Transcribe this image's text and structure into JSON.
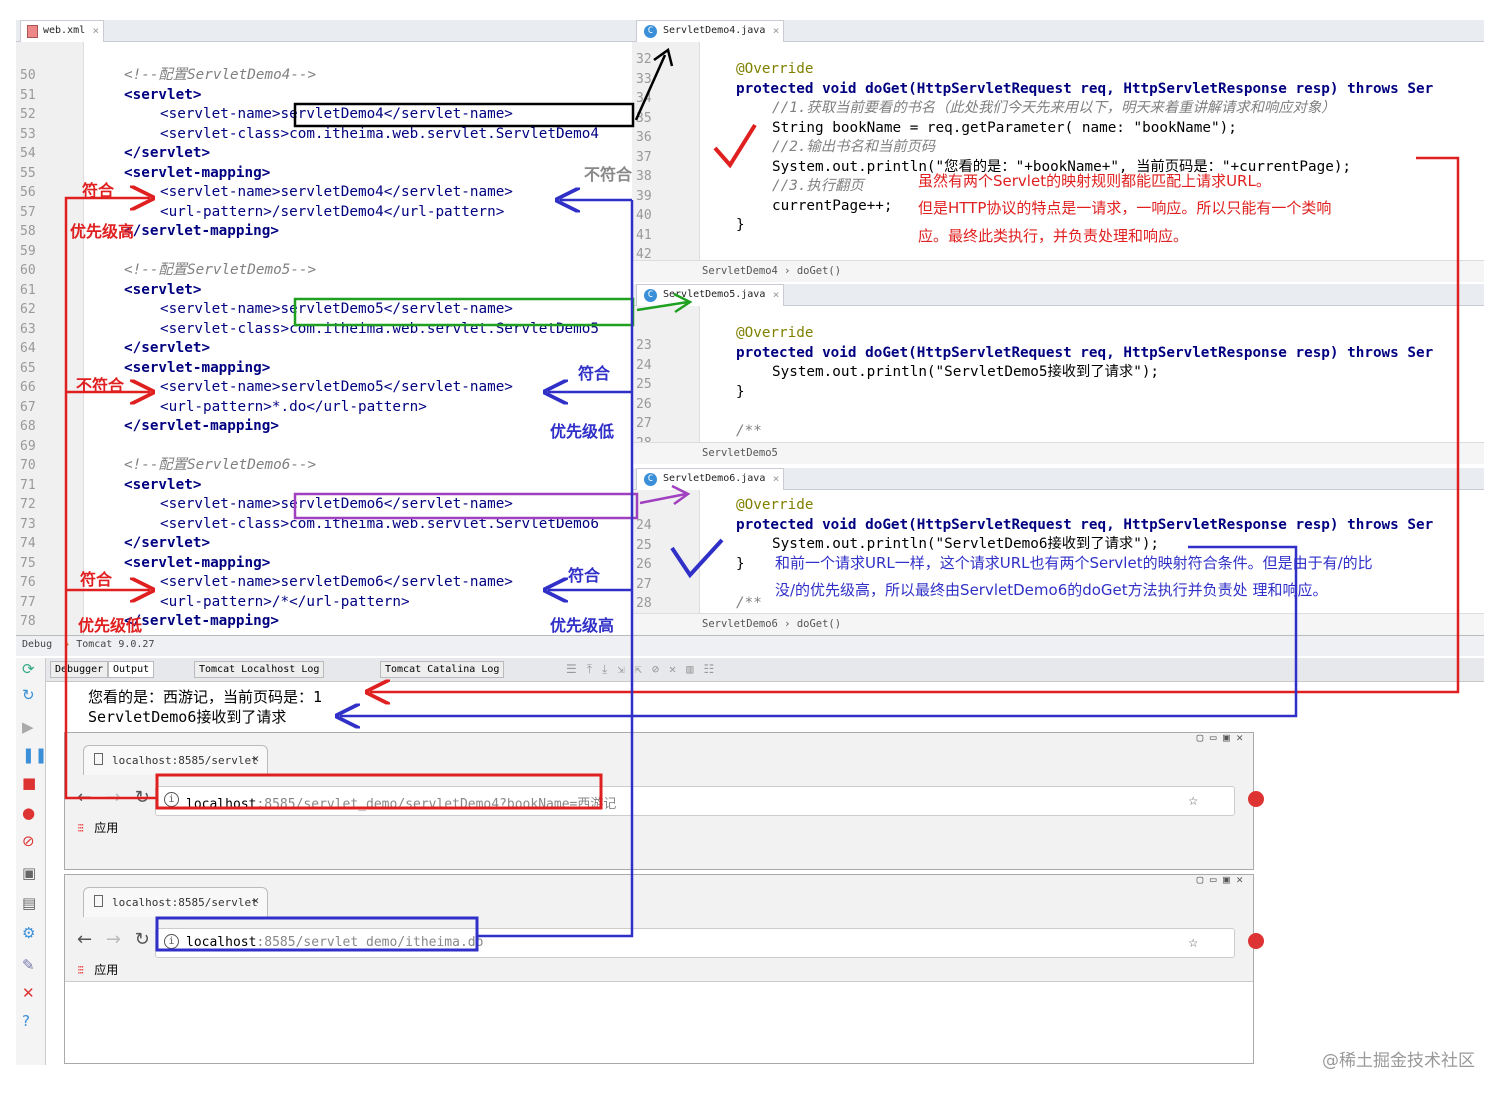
{
  "webxml": {
    "tab": "web.xml",
    "lines": [
      "50",
      "51",
      "52",
      "53",
      "54",
      "55",
      "56",
      "57",
      "58",
      "59",
      "60",
      "61",
      "62",
      "63",
      "64",
      "65",
      "66",
      "67",
      "68",
      "69",
      "70",
      "71",
      "72",
      "73",
      "74",
      "75",
      "76",
      "77",
      "78"
    ],
    "c50": "<!--配置ServletDemo4-->",
    "c60": "<!--配置ServletDemo5-->",
    "c70": "<!--配置ServletDemo6-->",
    "servlet": "<servlet>",
    "servlet_end": "</servlet>",
    "mapping": "<servlet-mapping>",
    "mapping_end": "</servlet-mapping>",
    "name4": "<servlet-name>servletDemo4</servlet-name>",
    "class4": "<servlet-class>com.itheima.web.servlet.ServletDemo4",
    "name5": "<servlet-name>servletDemo5</servlet-name>",
    "class5": "<servlet-class>com.itheima.web.servlet.ServletDemo5",
    "name6": "<servlet-name>servletDemo6</servlet-name>",
    "class6": "<servlet-class>com.itheima.web.servlet.ServletDemo6",
    "url4": "<url-pattern>/servletDemo4</url-pattern>",
    "url5": "<url-pattern>*.do</url-pattern>",
    "url6": "<url-pattern>/*</url-pattern>"
  },
  "demo4": {
    "tab": "ServletDemo4.java",
    "lines": [
      "32",
      "33",
      "34",
      "35",
      "36",
      "37",
      "38",
      "39",
      "40",
      "41",
      "42"
    ],
    "override": "@Override",
    "sig": "protected void doGet(HttpServletRequest req, HttpServletResponse resp) throws Ser",
    "c1": "//1.获取当前要看的书名（此处我们今天先来用以下，明天来着重讲解请求和响应对象）",
    "l35": "String bookName = req.getParameter( name: \"bookName\");",
    "c2": "//2.输出书名和当前页码",
    "l37": "System.out.println(\"您看的是：\"+bookName+\", 当前页码是：\"+currentPage);",
    "c3": "//3.执行翻页",
    "l39": "currentPage++;",
    "brace": "}",
    "crumb": "ServletDemo4  ›  doGet()",
    "note1": "虽然有两个Servlet的映射规则都能匹配上请求URL。",
    "note2": "但是HTTP协议的特点是一请求，一响应。所以只能有一个类响",
    "note3": "应。最终此类执行，并负责处理和响应。"
  },
  "demo5": {
    "tab": "ServletDemo5.java",
    "lines": [
      "23",
      "24",
      "25",
      "26",
      "27",
      "28"
    ],
    "override": "@Override",
    "sig": "protected void doGet(HttpServletRequest req, HttpServletResponse resp) throws Ser",
    "l25": "System.out.println(\"ServletDemo5接收到了请求\");",
    "brace": "}",
    "doc": "/**",
    "crumb": "ServletDemo5"
  },
  "demo6": {
    "tab": "ServletDemo6.java",
    "lines": [
      "24",
      "25",
      "26",
      "27",
      "28"
    ],
    "override": "@Override",
    "sig": "protected void doGet(HttpServletRequest req, HttpServletResponse resp) throws Ser",
    "l25": "System.out.println(\"ServletDemo6接收到了请求\");",
    "brace": "}",
    "doc": "/**",
    "crumb": "ServletDemo6  ›  doGet()",
    "note1": "和前一个请求URL一样，这个请求URL也有两个Servlet的映射符合条件。但是由于有/的比",
    "note2": "没/的优先级高，所以最终由ServletDemo6的doGet方法执行并负责处    理和响应。"
  },
  "debug": {
    "label": "Debug",
    "config": "Tomcat 9.0.27",
    "tabs": [
      "Debugger",
      "Output",
      "Tomcat Localhost Log",
      "Tomcat Catalina Log"
    ],
    "out1": "您看的是：西游记，当前页码是：1",
    "out2": "ServletDemo6接收到了请求"
  },
  "browser1": {
    "tab": "localhost:8585/servlet",
    "host": "localhost",
    "rest": ":8585/servlet_demo/servletDemo4?bookName=西游记",
    "apps": "应用"
  },
  "browser2": {
    "tab": "localhost:8585/servlet",
    "host": "localhost",
    "rest": ":8585/servlet_demo/itheima.do",
    "apps": "应用"
  },
  "labels": {
    "match": "符合",
    "nomatch": "不符合",
    "high": "优先级高",
    "low": "优先级低"
  },
  "watermark": "@稀土掘金技术社区",
  "colors": {
    "red": "#e02020",
    "blue": "#3030c8",
    "green": "#20a020",
    "purple": "#a040c0"
  }
}
